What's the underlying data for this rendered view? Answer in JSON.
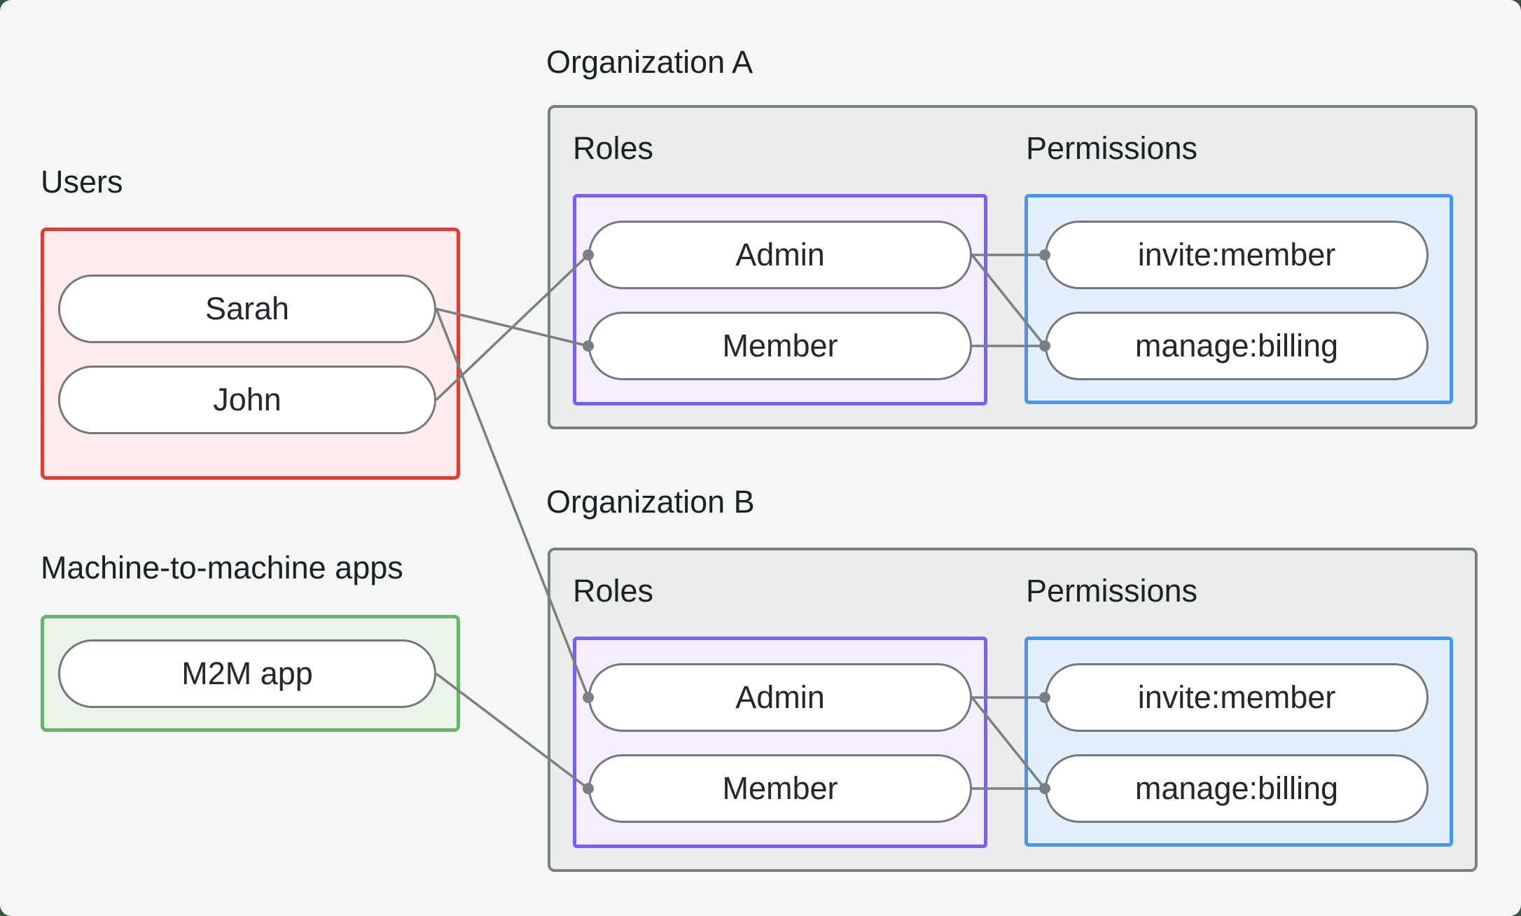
{
  "page": {
    "background_behind_canvas": "#33543f",
    "canvas_background": "#f5f7f6"
  },
  "users": {
    "label": "Users",
    "border_color": "#e23b36",
    "fill_color": "#fdeceb",
    "items": [
      {
        "label": "Sarah"
      },
      {
        "label": "John"
      }
    ]
  },
  "m2m": {
    "label": "Machine-to-machine apps",
    "border_color": "#68b46c",
    "fill_color": "#e9f5e9",
    "items": [
      {
        "label": "M2M app"
      }
    ]
  },
  "orgs": [
    {
      "label": "Organization A",
      "roles_label": "Roles",
      "permissions_label": "Permissions",
      "roles": [
        {
          "label": "Admin"
        },
        {
          "label": "Member"
        }
      ],
      "permissions": [
        {
          "label": "invite:member"
        },
        {
          "label": "manage:billing"
        }
      ]
    },
    {
      "label": "Organization B",
      "roles_label": "Roles",
      "permissions_label": "Permissions",
      "roles": [
        {
          "label": "Admin"
        },
        {
          "label": "Member"
        }
      ],
      "permissions": [
        {
          "label": "invite:member"
        },
        {
          "label": "manage:billing"
        }
      ]
    }
  ],
  "edges": [
    {
      "from": "Sarah",
      "to": "Organization A / Member"
    },
    {
      "from": "John",
      "to": "Organization A / Admin"
    },
    {
      "from": "Sarah",
      "to": "Organization B / Admin"
    },
    {
      "from": "M2M app",
      "to": "Organization B / Member"
    },
    {
      "from": "Organization A / Admin",
      "to": "Organization A / invite:member"
    },
    {
      "from": "Organization A / Admin",
      "to": "Organization A / manage:billing"
    },
    {
      "from": "Organization A / Member",
      "to": "Organization A / manage:billing"
    },
    {
      "from": "Organization B / Admin",
      "to": "Organization B / invite:member"
    },
    {
      "from": "Organization B / Admin",
      "to": "Organization B / manage:billing"
    },
    {
      "from": "Organization B / Member",
      "to": "Organization B / manage:billing"
    }
  ],
  "styles": {
    "org_box_fill": "#ebedec",
    "org_box_border": "#7b7f83",
    "roles_box_border": "#7e5ef8",
    "roles_box_fill": "#f4eefd",
    "permissions_box_border": "#4795f2",
    "permissions_box_fill": "#e3f0fc",
    "node_fill": "#ffffff",
    "node_border": "#74787c",
    "edge_color": "#7b7f83",
    "text_color": "#1d2125"
  }
}
